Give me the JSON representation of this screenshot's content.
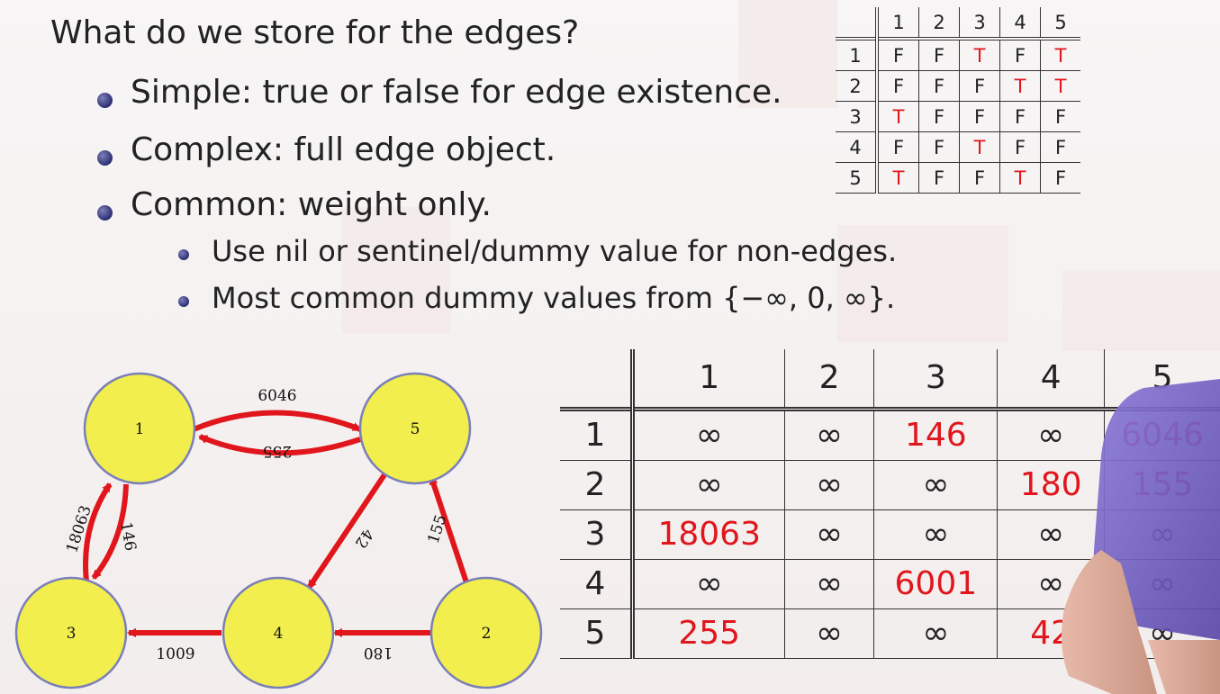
{
  "slide": {
    "heading": "What do we store for the edges?",
    "bullets": [
      "Simple: true or false for edge existence.",
      "Complex: full edge object.",
      "Common: weight only."
    ],
    "sub_bullets": [
      "Use nil or sentinel/dummy value for non-edges.",
      "Most common dummy values from {−∞, 0, ∞}."
    ]
  },
  "colors": {
    "accent_red": "#e0161c",
    "node_fill": "#f1ee4d",
    "node_stroke": "#7b7fb9",
    "edge": "#e0161c"
  },
  "bool_matrix": {
    "columns": [
      "1",
      "2",
      "3",
      "4",
      "5"
    ],
    "rows": [
      {
        "label": "1",
        "cells": [
          "F",
          "F",
          "T",
          "F",
          "T"
        ]
      },
      {
        "label": "2",
        "cells": [
          "F",
          "F",
          "F",
          "T",
          "T"
        ]
      },
      {
        "label": "3",
        "cells": [
          "T",
          "F",
          "F",
          "F",
          "F"
        ]
      },
      {
        "label": "4",
        "cells": [
          "F",
          "F",
          "T",
          "F",
          "F"
        ]
      },
      {
        "label": "5",
        "cells": [
          "T",
          "F",
          "F",
          "T",
          "F"
        ]
      }
    ]
  },
  "weight_matrix": {
    "columns": [
      "1",
      "2",
      "3",
      "4",
      "5"
    ],
    "rows": [
      {
        "label": "1",
        "cells": [
          "∞",
          "∞",
          "146",
          "∞",
          "6046"
        ]
      },
      {
        "label": "2",
        "cells": [
          "∞",
          "∞",
          "∞",
          "180",
          "155"
        ]
      },
      {
        "label": "3",
        "cells": [
          "18063",
          "∞",
          "∞",
          "∞",
          "∞"
        ]
      },
      {
        "label": "4",
        "cells": [
          "∞",
          "∞",
          "6001",
          "∞",
          "∞"
        ]
      },
      {
        "label": "5",
        "cells": [
          "255",
          "∞",
          "∞",
          "42",
          "∞"
        ]
      }
    ]
  },
  "graph": {
    "nodes": [
      "1",
      "5",
      "3",
      "4",
      "2"
    ],
    "edge_labels": [
      "6046",
      "255",
      "18063",
      "146",
      "42",
      "155",
      "1009",
      "180"
    ]
  }
}
